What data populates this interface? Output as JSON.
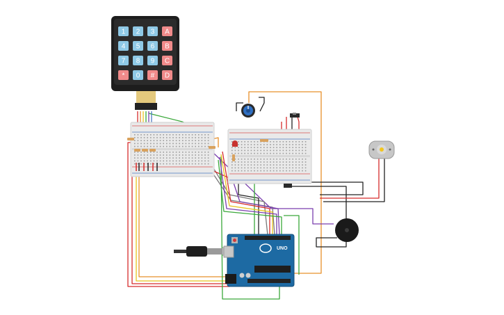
{
  "keypad": {
    "keys": [
      [
        "1",
        "2",
        "3",
        "A"
      ],
      [
        "4",
        "5",
        "6",
        "B"
      ],
      [
        "7",
        "8",
        "9",
        "C"
      ],
      [
        "*",
        "0",
        "#",
        "D"
      ]
    ],
    "digit_color": "#8fc9e6",
    "letter_color": "#f08a8a"
  },
  "arduino": {
    "board_label": "UNO",
    "board_color": "#1d6aa3"
  },
  "colors": {
    "breadboard": "#e9e9e9",
    "rail_red": "#d9534f",
    "rail_blue": "#4a78c2",
    "wire_red": "#d62b2b",
    "wire_orange": "#e8902a",
    "wire_yellow": "#e8c21e",
    "wire_green": "#3aa83a",
    "wire_purple": "#7a3fae",
    "wire_black": "#222222",
    "wire_gray": "#777777"
  },
  "components": [
    "keypad-4x4",
    "breadboard-left",
    "breadboard-right",
    "potentiometer",
    "slide-switch",
    "led",
    "resistors",
    "dc-motor",
    "piezo-buzzer",
    "arduino-uno",
    "usb-cable"
  ]
}
